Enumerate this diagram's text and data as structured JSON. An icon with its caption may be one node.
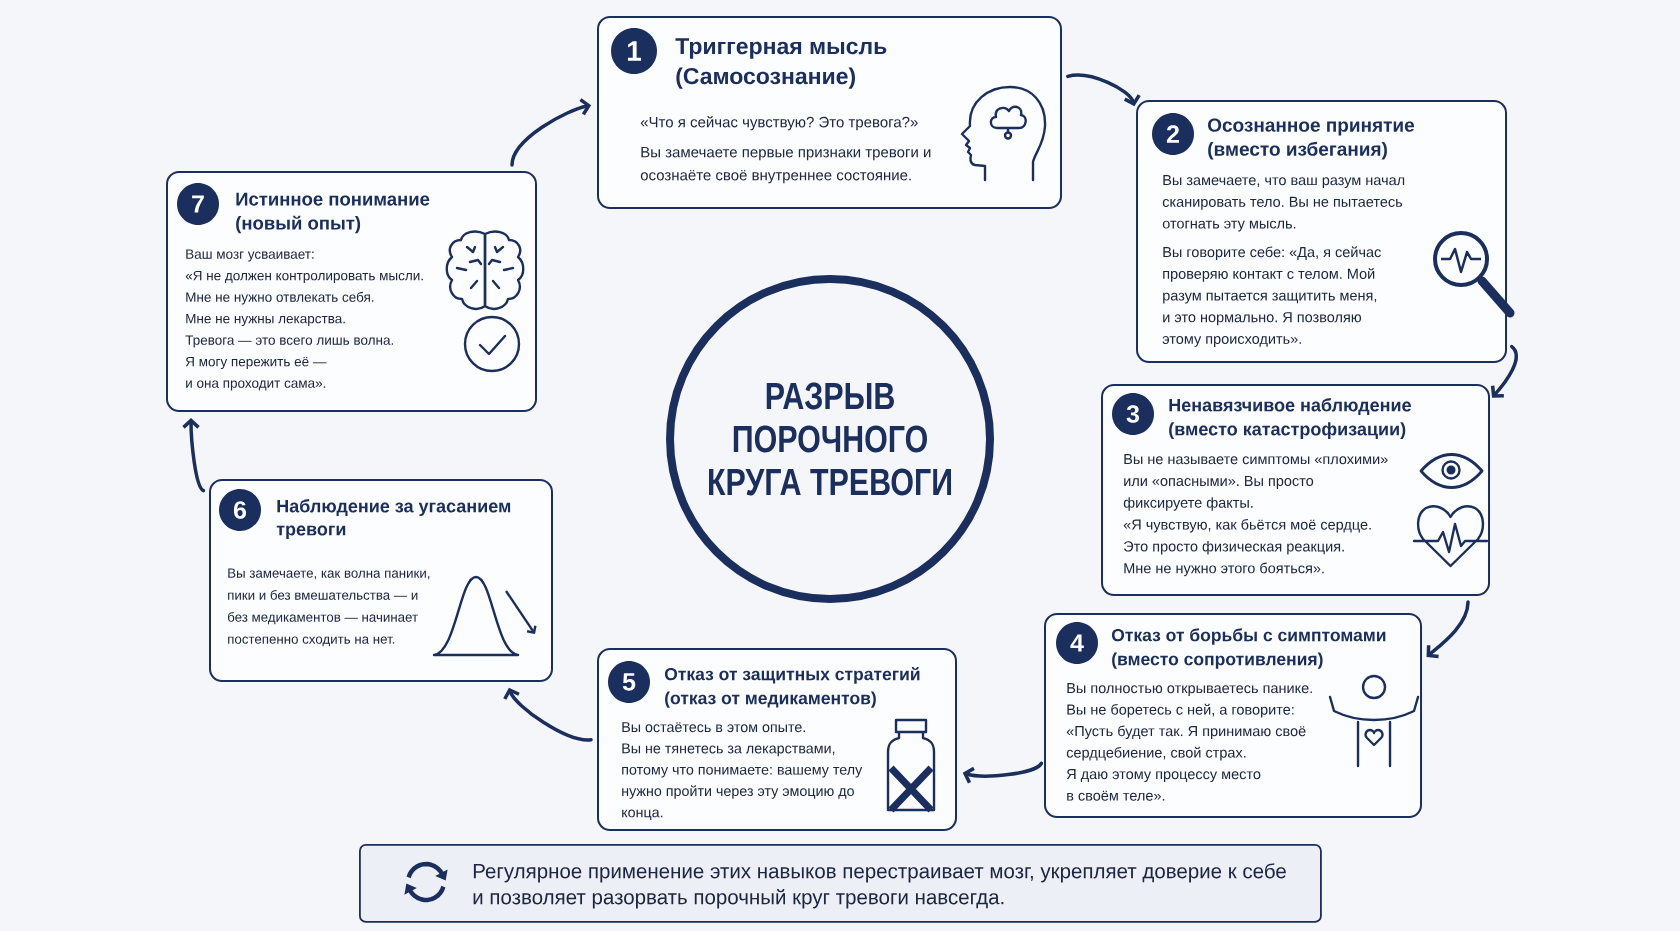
{
  "diagram": {
    "nodes": [
      {
        "text": [
          "Триггерная мысль (Самосознание)",
          "«Что я сейчас чувствую? Это тревога?»",
          "Вы замечаете первые признаки тревоги и осознаёте своё внутреннее состояние."
        ]
      },
      {
        "text": [
          "1"
        ],
        "in": 0
      },
      {
        "text": [
          "Осознанное принятие (вместо избегания)",
          "Вы замечаете, что ваш разум начал сканировать тело. Вы не пытаетесь отогнать эту мысль.",
          "Вы говорите себе: «Да, я сейчас проверяю контакт с телом. Мой разум пытается защитить меня, и это нормально. Я позволяю этому происходить»."
        ]
      },
      {
        "text": [
          "2"
        ],
        "in": 2
      },
      {
        "text": [
          "Ненавязчивое наблюдение (вместо катастрофизации)",
          "Вы не называете симптомы «плохими» или «опасными». Вы просто фиксируете факты.",
          "«Я чувствую, как бьётся моё сердце.",
          "Это просто физическая реакция.",
          "Мне не нужно этого бояться»."
        ]
      },
      {
        "text": [
          "3"
        ],
        "in": 4
      },
      {
        "text": [
          "Отказ от борьбы с симптомами (вместо сопротивления)",
          "Вы полностью открываетесь панике.",
          "Вы не боретесь с ней, а говорите:",
          "«Пусть будет так. Я принимаю своё сердцебиение, свой страх.",
          "Я даю этому процессу место в своём теле»."
        ]
      },
      {
        "text": [
          "4"
        ],
        "in": 6
      },
      {
        "text": [
          "Отказ от защитных стратегий (отказ от медикаментов)",
          "Вы остаётесь в этом опыте.",
          "Вы не тянетесь за лекарствами, потому что понимаете: вашему телу нужно пройти через эту эмоцию до конца."
        ]
      },
      {
        "text": [
          "5"
        ],
        "in": 8
      },
      {
        "text": [
          "Наблюдение за угасанием тревоги",
          "Вы замечаете, как волна паники, пики и без вмешательства — и без медикаментов — начинает постепенно сходить на нет."
        ]
      },
      {
        "text": [
          "6"
        ],
        "in": 10
      },
      {
        "text": [
          "Истинное понимание (новый опыт)",
          "Ваш мозг усваивает:",
          "«Я не должен контролировать мысли.",
          "Мне не нужно отвлекать себя.",
          "Мне не нужны лекарства.",
          "Тревога — это всего лишь волна.",
          "Я могу пережить её — и она проходит сама»."
        ]
      },
      {
        "text": [
          "7"
        ],
        "in": 12
      },
      {
        "text": [
          "РАЗРЫВ ПОРОЧНОГО КРУГА ТРЕВОГИ"
        ]
      },
      {
        "text": [
          "Регулярное применение этих навыков перестраивает мозг, укрепляет доверие к себе и позволяет разорвать порочный круг тревоги навсегда."
        ]
      }
    ],
    "edges": [
      {
        "from": 0,
        "to": 2,
        "arrow": "to"
      },
      {
        "from": 2,
        "to": 4,
        "arrow": "to"
      },
      {
        "from": 4,
        "to": 6,
        "arrow": "to"
      },
      {
        "from": 6,
        "to": 8,
        "arrow": "to"
      },
      {
        "from": 8,
        "to": 10,
        "arrow": "to"
      },
      {
        "from": 10,
        "to": 12,
        "arrow": "to"
      },
      {
        "from": 12,
        "to": 0,
        "arrow": "to"
      }
    ]
  }
}
